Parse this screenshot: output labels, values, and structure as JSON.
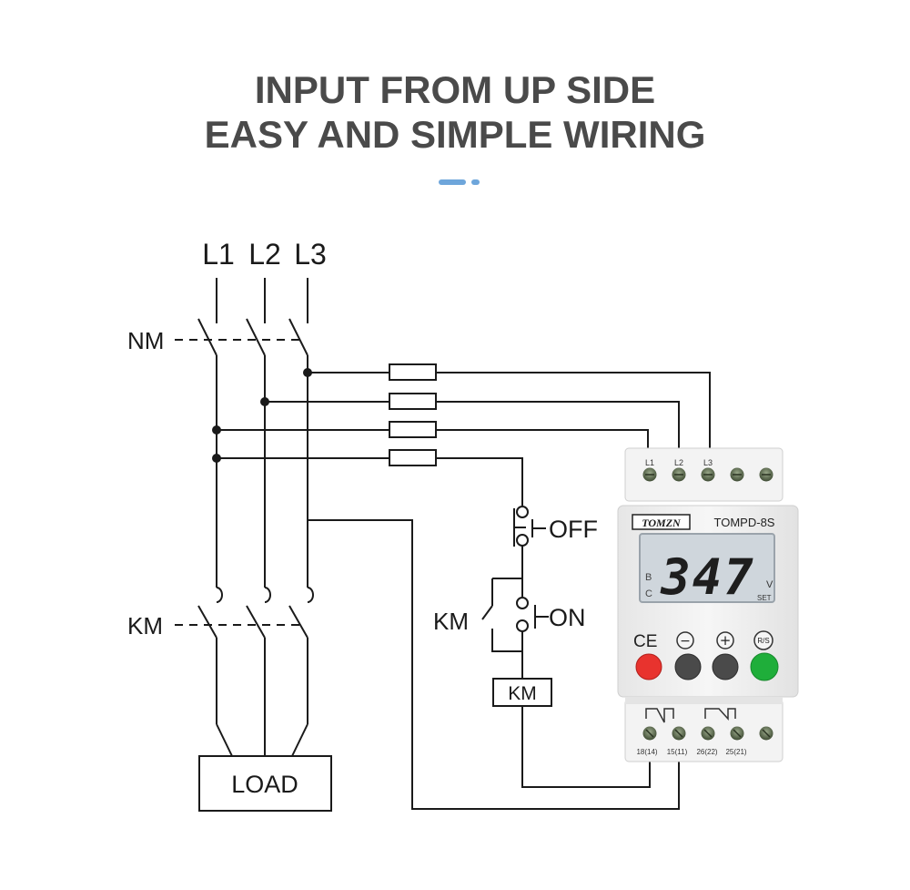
{
  "title": {
    "line1": "INPUT FROM UP SIDE",
    "line2": "EASY AND SIMPLE WIRING"
  },
  "diagram": {
    "phases": [
      "L1",
      "L2",
      "L3"
    ],
    "breaker_label": "NM",
    "contactor_label": "KM",
    "load_label": "LOAD",
    "off_label": "OFF",
    "on_label": "ON",
    "aux_contact_label": "KM",
    "coil_label": "KM"
  },
  "device": {
    "brand": "TOMZN",
    "model": "TOMPD-8S",
    "display_value": "347",
    "display_unit": "V",
    "display_set": "SET",
    "display_side_b": "B",
    "display_side_c": "C",
    "ce_mark": "CE",
    "button_minus": "−",
    "button_plus": "+",
    "button_rs": "R/S",
    "top_terminals": [
      "L1",
      "L2",
      "L3"
    ],
    "bottom_terminals": [
      "18(14)",
      "15(11)",
      "26(22)",
      "25(21)"
    ],
    "colors": {
      "body": "#f1f1f1",
      "lcd": "#cfd6dc",
      "red_button": "#e8332e",
      "green_button": "#1fae3a",
      "gray_button": "#4a4a4a",
      "terminal": "#5b6b4e",
      "accent": "#6ea6db"
    }
  }
}
